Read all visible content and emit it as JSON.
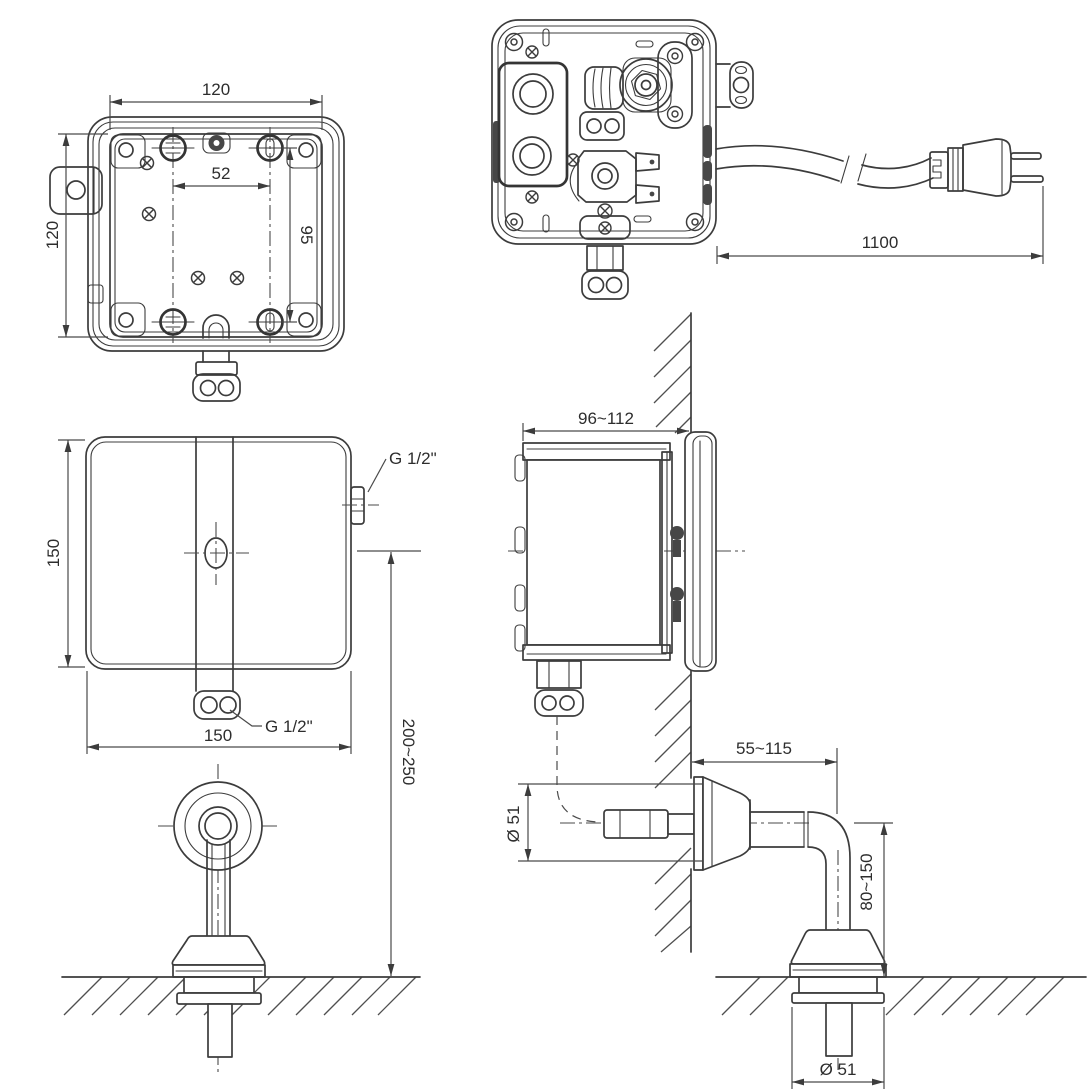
{
  "views": {
    "back": {
      "width": "120",
      "height": "120",
      "hole_spacing_h": "52",
      "hole_spacing_v": "95"
    },
    "internal": {
      "cord_length": "1100"
    },
    "front": {
      "height": "150",
      "width": "150",
      "side_thread": "G 1/2\"",
      "bottom_thread": "G 1/2\"",
      "install_height": "200~250"
    },
    "side": {
      "recess_depth": "96~112"
    },
    "spout": {
      "wall_offset": "55~115",
      "flange_diameter": "Ø 51",
      "height_range": "80~150",
      "base_diameter": "Ø 51"
    }
  }
}
